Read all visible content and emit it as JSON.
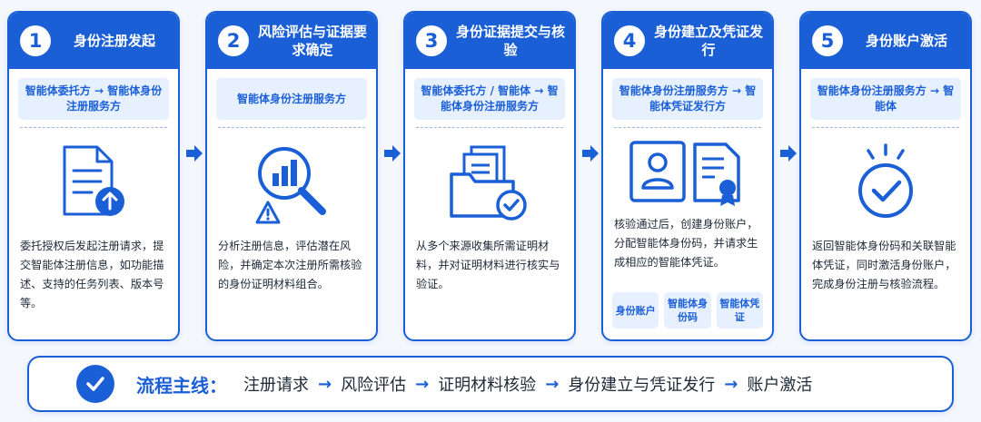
{
  "steps": [
    {
      "num": "1",
      "title": "身份注册发起",
      "role": "智能体委托方 → 智能体身份注册服务方",
      "desc": "委托授权后发起注册请求，提交智能体注册信息，如功能描述、支持的任务列表、版本号等。"
    },
    {
      "num": "2",
      "title": "风险评估与证据要求确定",
      "role": "智能体身份注册服务方",
      "desc": "分析注册信息，评估潜在风险，并确定本次注册所需核验的身份证明材料组合。"
    },
    {
      "num": "3",
      "title": "身份证据提交与核验",
      "role": "智能体委托方 / 智能体 → 智能体身份注册服务方",
      "desc": "从多个来源收集所需证明材料，并对证明材料进行核实与验证。"
    },
    {
      "num": "4",
      "title": "身份建立及凭证发行",
      "role": "智能体身份注册服务方 → 智能体凭证发行方",
      "desc": "核验通过后，创建身份账户，分配智能体身份码，并请求生成相应的智能体凭证。",
      "tags": [
        "身份账户",
        "智能体身份码",
        "智能体凭证"
      ]
    },
    {
      "num": "5",
      "title": "身份账户激活",
      "role": "智能体身份注册服务方 → 智能体",
      "desc": "返回智能体身份码和关联智能体凭证，同时激活身份账户，完成身份注册与核验流程。"
    }
  ],
  "mainline": {
    "label": "流程主线：",
    "items": [
      "注册请求",
      "风险评估",
      "证明材料核验",
      "身份建立与凭证发行",
      "账户激活"
    ],
    "arrow": "→"
  },
  "colors": {
    "accent": "#1a5fd6",
    "light": "#e7f0ff"
  }
}
